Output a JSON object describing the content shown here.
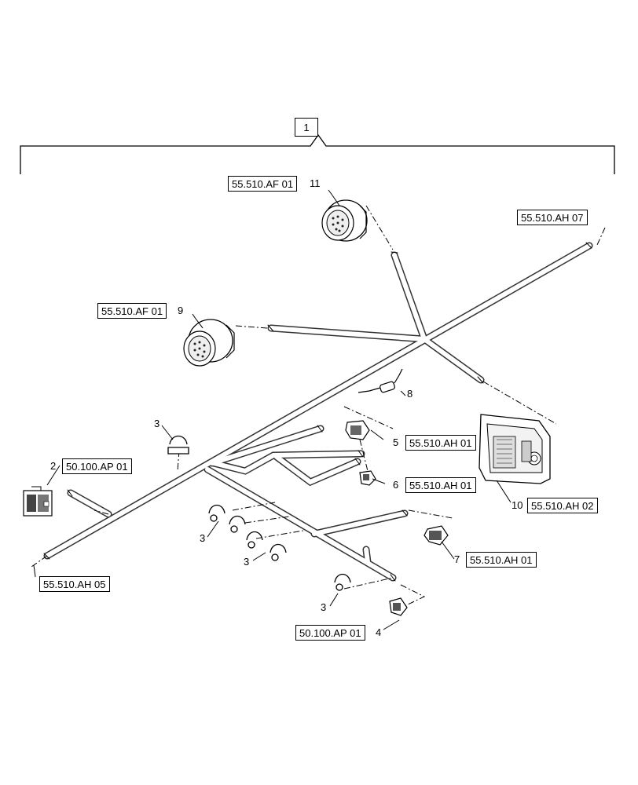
{
  "assembly": {
    "item_number": "1"
  },
  "callouts": [
    {
      "id": "c11",
      "num": "11",
      "ref": "55.510.AF 01"
    },
    {
      "id": "c9",
      "num": "9",
      "ref": "55.510.AF 01"
    },
    {
      "id": "ch07",
      "num": "",
      "ref": "55.510.AH 07"
    },
    {
      "id": "c8",
      "num": "8",
      "ref": ""
    },
    {
      "id": "c5",
      "num": "5",
      "ref": "55.510.AH 01"
    },
    {
      "id": "c6",
      "num": "6",
      "ref": "55.510.AH 01"
    },
    {
      "id": "c10",
      "num": "10",
      "ref": "55.510.AH 02"
    },
    {
      "id": "c2",
      "num": "2",
      "ref": "50.100.AP 01"
    },
    {
      "id": "c7",
      "num": "7",
      "ref": "55.510.AH 01"
    },
    {
      "id": "ch05",
      "num": "",
      "ref": "55.510.AH 05"
    },
    {
      "id": "c4",
      "num": "4",
      "ref": "50.100.AP 01"
    },
    {
      "id": "c3a",
      "num": "3",
      "ref": ""
    },
    {
      "id": "c3b",
      "num": "3",
      "ref": ""
    },
    {
      "id": "c3c",
      "num": "3",
      "ref": ""
    },
    {
      "id": "c3d",
      "num": "3",
      "ref": ""
    }
  ]
}
